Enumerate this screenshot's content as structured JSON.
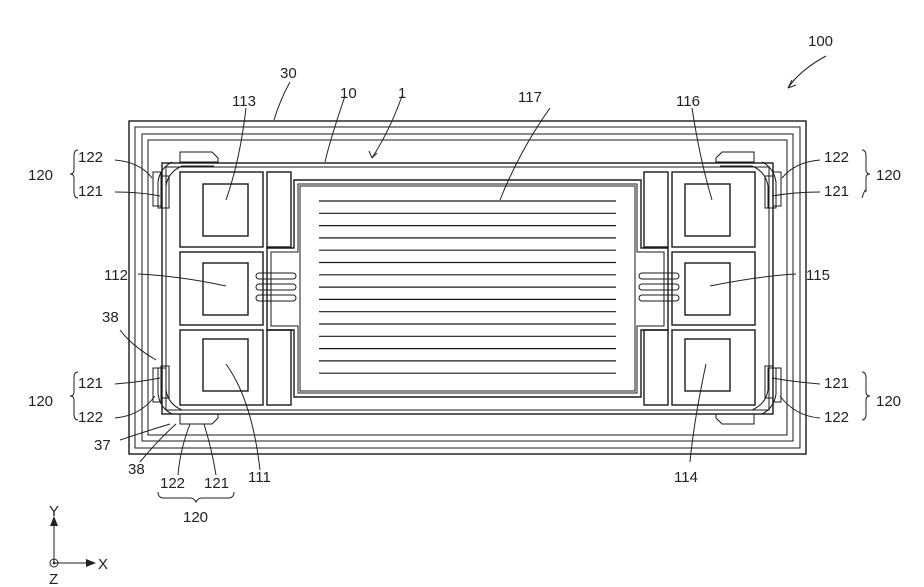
{
  "figure": {
    "device_label": "100",
    "labels": {
      "package": "30",
      "substrate": "10",
      "chip": "1",
      "pad_bottom_left": "111",
      "pad_middle_left": "112",
      "pad_top_left": "113",
      "pad_bottom_right": "114",
      "pad_middle_right": "115",
      "pad_top_right": "116",
      "center_region": "117",
      "connection_group": "120",
      "connection_part_a": "121",
      "connection_part_b": "122",
      "member_37": "37",
      "member_38": "38"
    },
    "axes": {
      "y_label": "Y",
      "x_label": "X",
      "z_label": "Z"
    }
  },
  "colors": {
    "line": "#1a1a1a",
    "background": "#ffffff",
    "hatch": "#e4e4e4"
  }
}
